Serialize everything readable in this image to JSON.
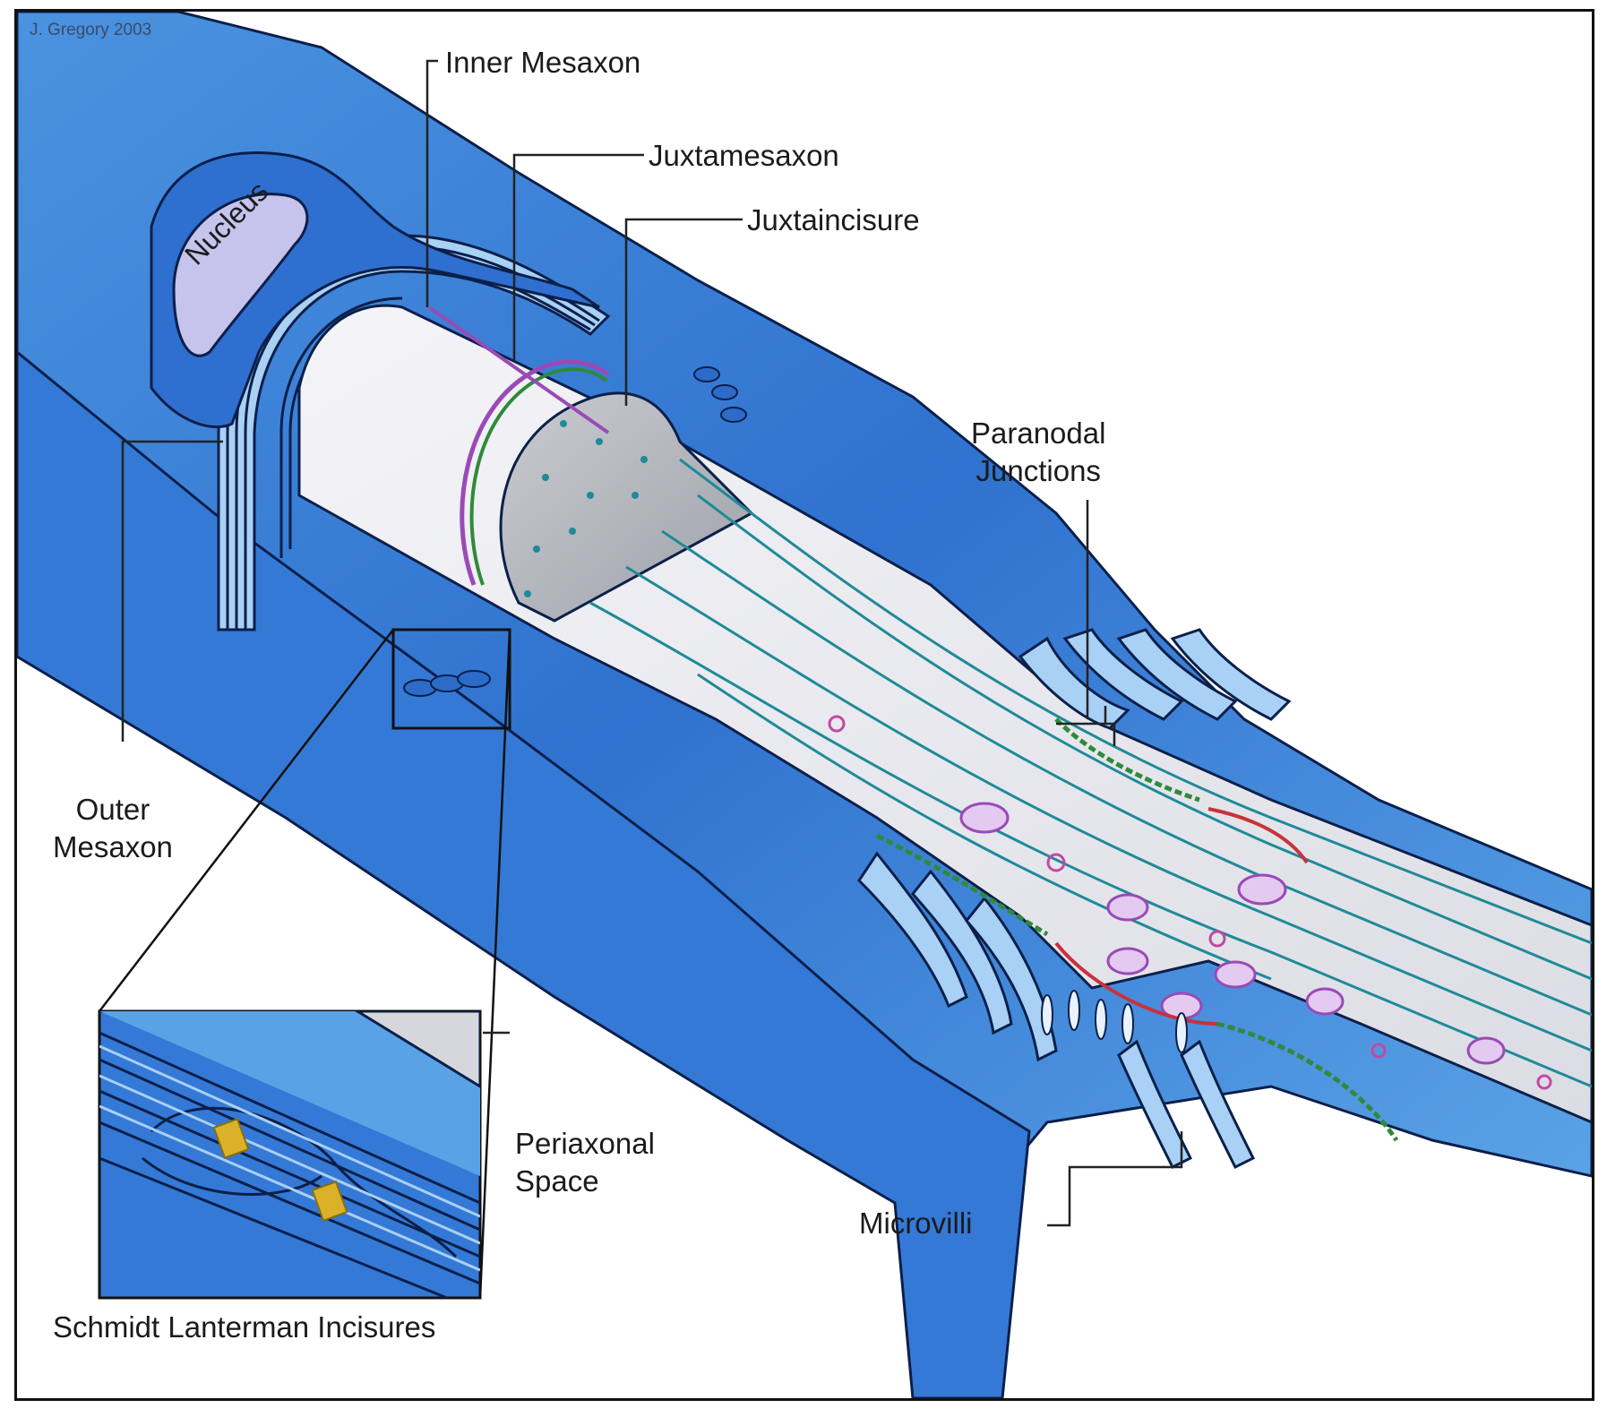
{
  "credit": "J. Gregory 2003",
  "labels": {
    "inner_mesaxon": "Inner Mesaxon",
    "juxtamesaxon": "Juxtamesaxon",
    "juxtaincisure": "Juxtaincisure",
    "nucleus": "Nucleus",
    "paranodal_junctions": "Paranodal\nJunctions",
    "outer_mesaxon": "Outer\nMesaxon",
    "periaxonal_space": "Periaxonal\nSpace",
    "microvilli": "Microvilli",
    "schmidt_lanterman": "Schmidt Lanterman Incisures"
  },
  "colors": {
    "myelin_dark": "#1c4fa8",
    "myelin_mid": "#3a80d8",
    "myelin_light": "#a9d0f5",
    "axon": "#e8e8ee",
    "axon_face": "#b9bcc2",
    "nucleus": "#c6c3ec",
    "outline": "#0b1f4a",
    "microtubule": "#1f8a98",
    "mitochondria": "#9a4ab6",
    "junction_green": "#2f8a3a",
    "node_red": "#c8323a",
    "gap_junction": "#d9b22a"
  },
  "icons": [
    "nucleus-icon",
    "mitochondrion-icon",
    "vesicle-icon",
    "gap-junction-icon"
  ]
}
